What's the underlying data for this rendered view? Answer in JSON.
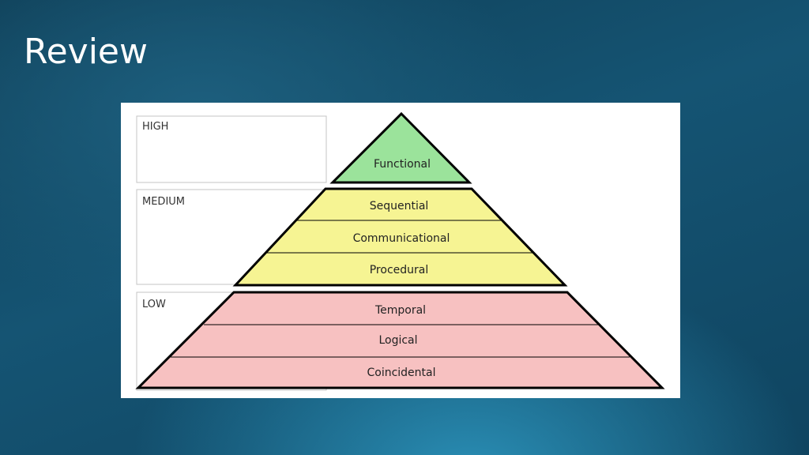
{
  "slide": {
    "title": "Review"
  },
  "pyramid": {
    "levels": [
      {
        "label": "HIGH",
        "color": "#9be39b",
        "items": [
          "Functional"
        ]
      },
      {
        "label": "MEDIUM",
        "color": "#f6f493",
        "items": [
          "Sequential",
          "Communicational",
          "Procedural"
        ]
      },
      {
        "label": "LOW",
        "color": "#f7c1c1",
        "items": [
          "Temporal",
          "Logical",
          "Coincidental"
        ]
      }
    ]
  }
}
